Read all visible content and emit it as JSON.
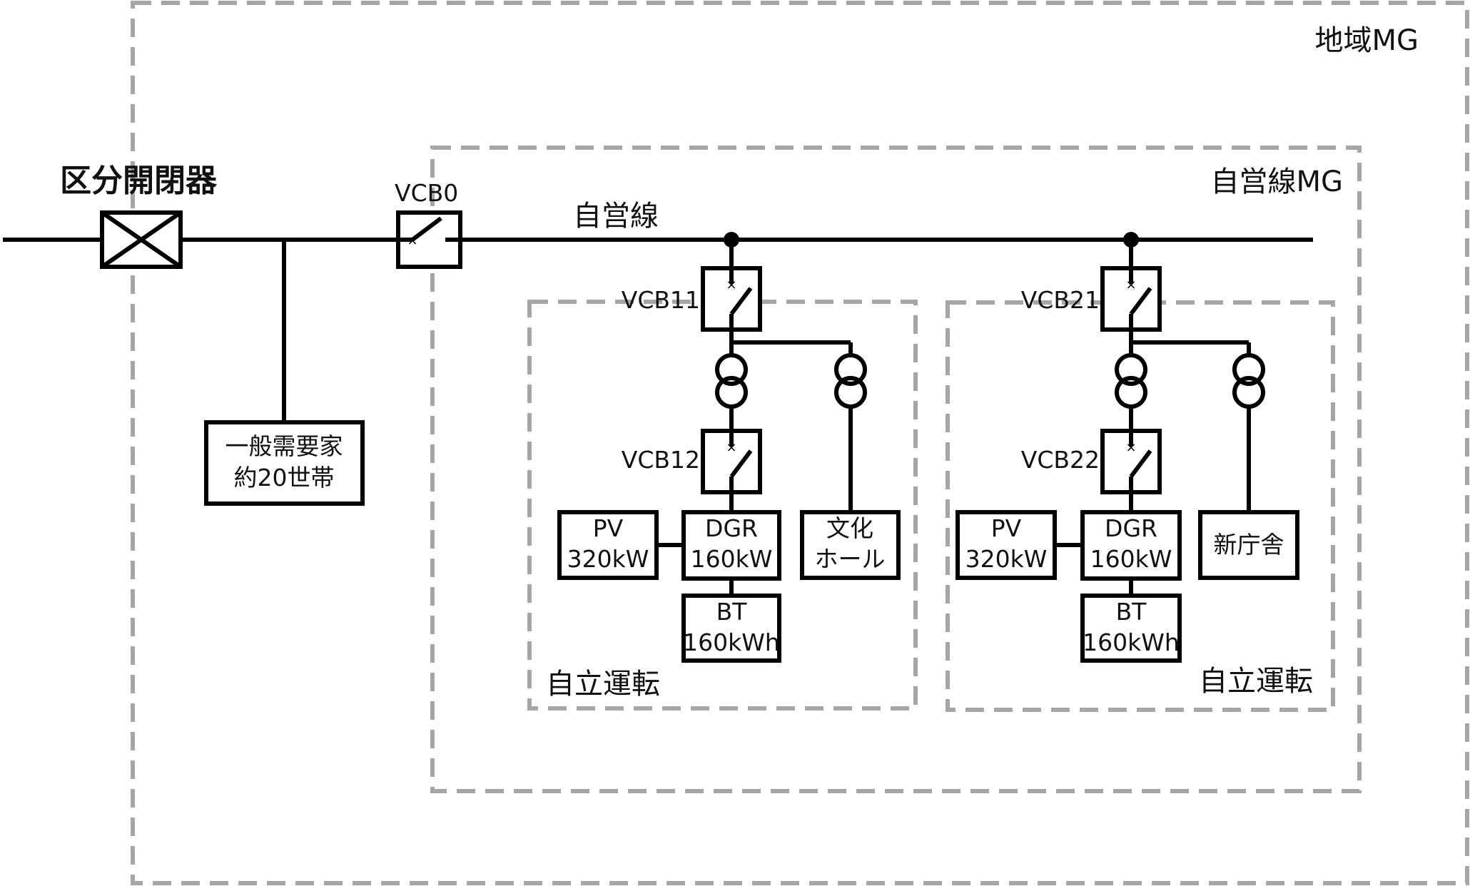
{
  "colors": {
    "line": "#000000",
    "dashed_border": "#a6a6a6",
    "background": "#ffffff"
  },
  "regions": {
    "regional_mg": "地域MG",
    "private_line_mg": "自営線MG",
    "islanding_left": "自立運転",
    "islanding_right": "自立運転"
  },
  "labels": {
    "section_switch": "区分開閉器",
    "vcb0": "VCB0",
    "private_line": "自営線",
    "vcb11": "VCB11",
    "vcb12": "VCB12",
    "vcb21": "VCB21",
    "vcb22": "VCB22"
  },
  "boxes": {
    "consumers": [
      "一般需要家",
      "約20世帯"
    ],
    "pv_left": [
      "PV",
      "320kW"
    ],
    "dgr_left": [
      "DGR",
      "160kW"
    ],
    "bt_left": [
      "BT",
      "160kWh"
    ],
    "hall": [
      "文化",
      "ホール"
    ],
    "pv_right": [
      "PV",
      "320kW"
    ],
    "dgr_right": [
      "DGR",
      "160kW"
    ],
    "bt_right": [
      "BT",
      "160kWh"
    ],
    "new_office": "新庁舎"
  }
}
